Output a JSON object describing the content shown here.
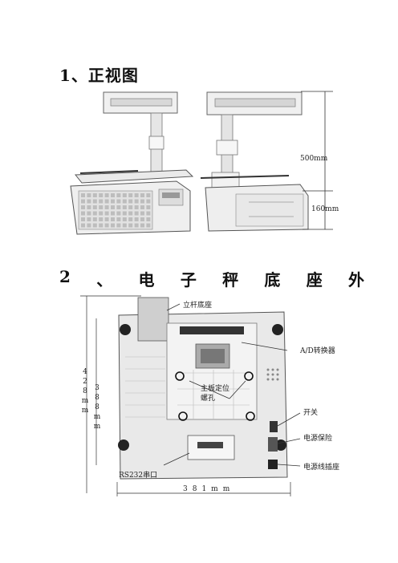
{
  "section1": {
    "title": "1、正视图"
  },
  "section2": {
    "number": "2",
    "sep": "、",
    "chars": [
      "电",
      "子",
      "秤",
      "底",
      "座",
      "外"
    ]
  },
  "front_view": {
    "dim_top": "500mm",
    "dim_bottom": "160mm"
  },
  "bottom_view": {
    "pole_base": "立杆底座",
    "ad_converter": "A/D转换器",
    "mainboard_holes_1": "主板定位",
    "mainboard_holes_2": "螺孔",
    "switch": "开关",
    "power_fuse": "电源保险",
    "power_socket": "电源线插座",
    "rs232": "RS232串口",
    "dim_width": "381mm",
    "dim_height_outer": "428mm",
    "dim_height_inner": "388mm"
  }
}
